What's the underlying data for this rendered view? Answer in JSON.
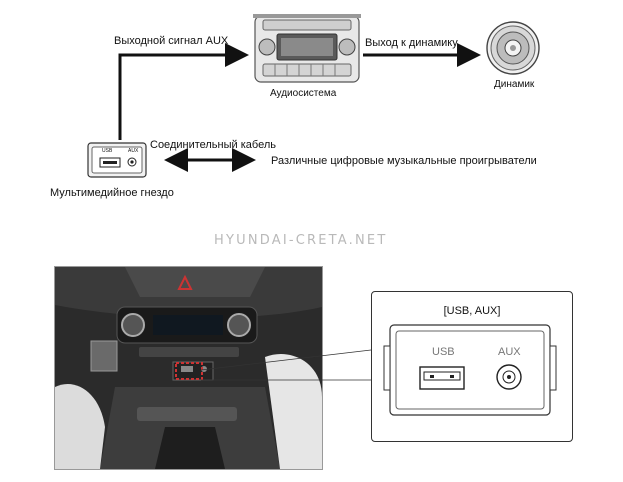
{
  "labels": {
    "audio_output": "Выходной сигнал AUX",
    "speaker_output": "Выход к динамику",
    "audio_system": "Аудиосистема",
    "speaker": "Динамик",
    "cable": "Соединительный кабель",
    "players": "Различные цифровые музыкальные проигрыватели",
    "jack": "Мультимедийное гнездо"
  },
  "watermark": "HYUNDAI-CRETA.NET",
  "callout": {
    "title": "[USB, AUX]",
    "usb_label": "USB",
    "aux_label": "AUX"
  },
  "jack_small": {
    "usb_label": "USB",
    "aux_label": "AUX"
  },
  "colors": {
    "line": "#111111",
    "photo_dark": "#2a2a2a",
    "highlight": "#cc3333",
    "watermark": "#b9b9b9"
  }
}
